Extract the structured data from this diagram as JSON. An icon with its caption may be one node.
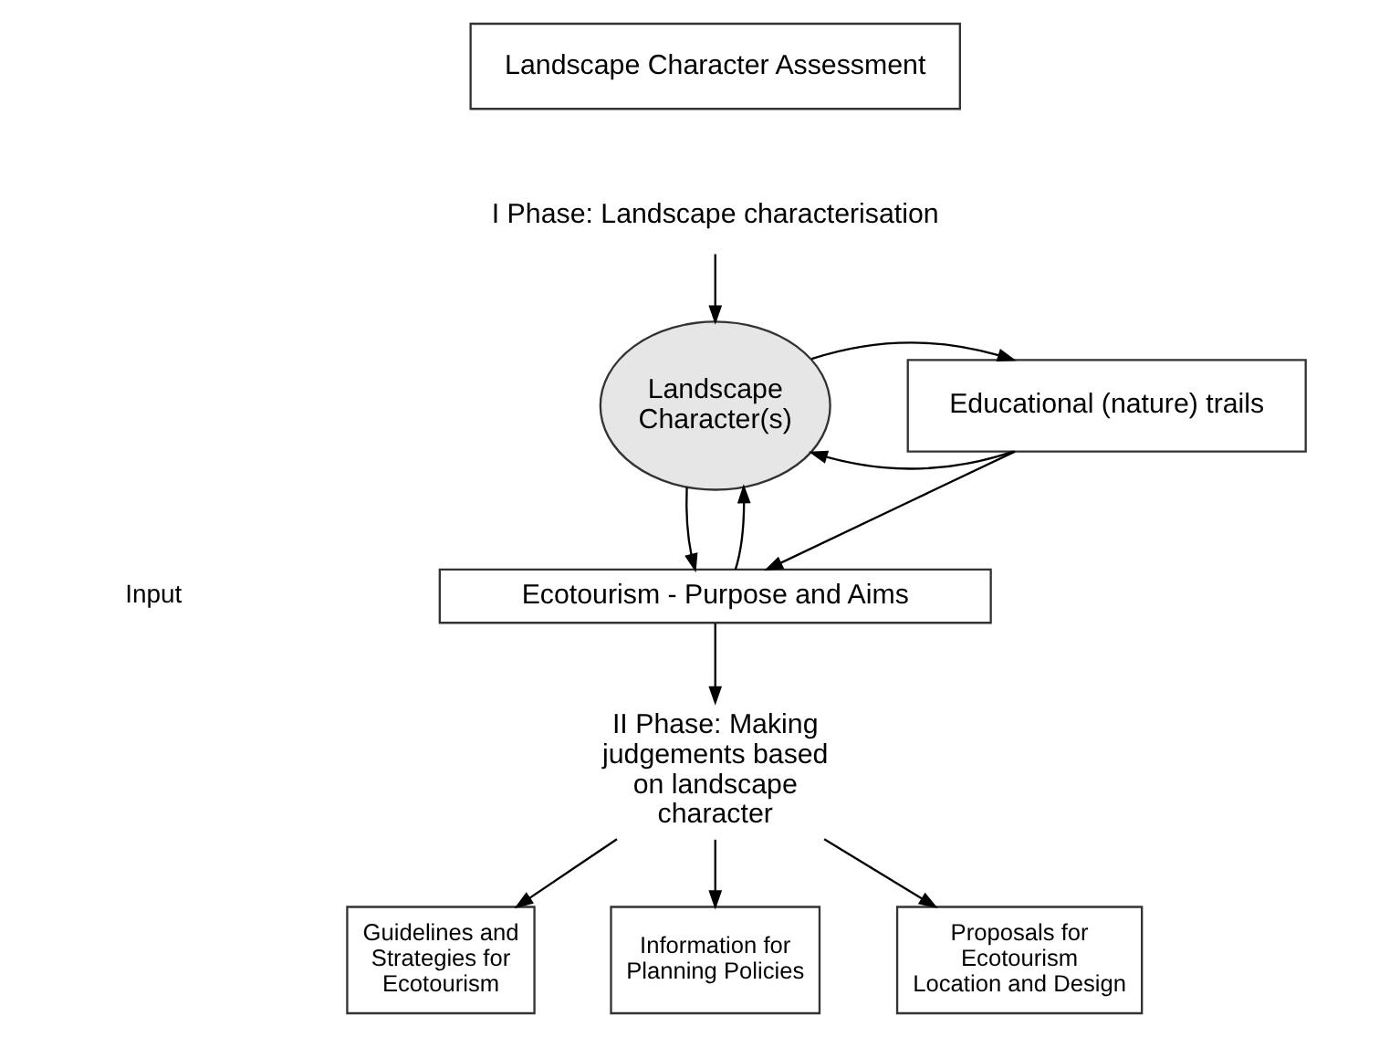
{
  "diagram": {
    "nodes": [
      {
        "text": [
          "Landscape Character Assessment"
        ]
      },
      {
        "text": [
          "I Phase: Landscape characterisation"
        ]
      },
      {
        "text": [
          "Landscape Character(s)"
        ]
      },
      {
        "text": [
          "Educational (nature) trails"
        ]
      },
      {
        "text": [
          "Ecotourism - Purpose and Aims"
        ]
      },
      {
        "text": [
          "II Phase: Making judgements based on landscape character"
        ]
      },
      {
        "text": [
          "Guidelines and Strategies for Ecotourism"
        ]
      },
      {
        "text": [
          "Information for Planning Policies"
        ]
      },
      {
        "text": [
          "Proposals for Ecotourism Location and Design"
        ]
      }
    ],
    "edges": [
      {
        "from": 1,
        "to": 2,
        "arrow": "to"
      },
      {
        "from": 3,
        "to": 2,
        "arrow": "to"
      },
      {
        "from": 2,
        "to": 3,
        "arrow": "to"
      },
      {
        "from": 2,
        "to": 4,
        "arrow": "to"
      },
      {
        "from": 4,
        "to": 2,
        "arrow": "to"
      },
      {
        "from": 3,
        "to": 4,
        "arrow": "to"
      },
      {
        "from": 4,
        "to": 5,
        "arrow": "to"
      },
      {
        "from": 5,
        "to": 6,
        "arrow": "to"
      },
      {
        "from": 5,
        "to": 7,
        "arrow": "to"
      },
      {
        "from": 5,
        "to": 8,
        "arrow": "to"
      }
    ],
    "labels": [
      "Input"
    ]
  }
}
